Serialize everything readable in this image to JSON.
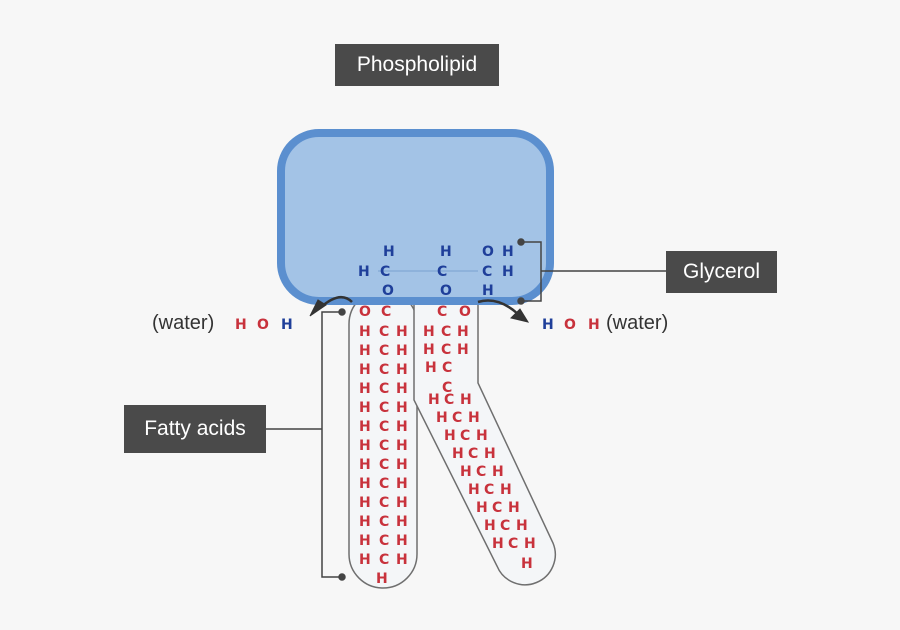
{
  "title": "Phospholipid",
  "labels": {
    "glycerol": "Glycerol",
    "fatty_acids": "Fatty acids",
    "water_left": "(water)",
    "water_right": "(water)"
  },
  "colors": {
    "head_fill": "#a3c3e6",
    "head_stroke": "#5b8fcf",
    "label_bg": "#4a4a4a",
    "glycerol_atoms": "#1f3f9a",
    "fatty_atoms": "#c8323c"
  },
  "glycerol_rows": [
    [
      "H",
      "",
      "H",
      "",
      "O",
      "H"
    ],
    [
      "H",
      "C",
      "C",
      "C",
      "H"
    ],
    [
      "O",
      "O",
      "H"
    ]
  ],
  "water_molecule": [
    "H",
    "O",
    "H"
  ],
  "fatty_chain_left": [
    "O",
    "C",
    "H",
    "C",
    "H",
    "H"
  ],
  "fatty_chain_right": [
    "C",
    "O",
    "H",
    "C",
    "H"
  ]
}
